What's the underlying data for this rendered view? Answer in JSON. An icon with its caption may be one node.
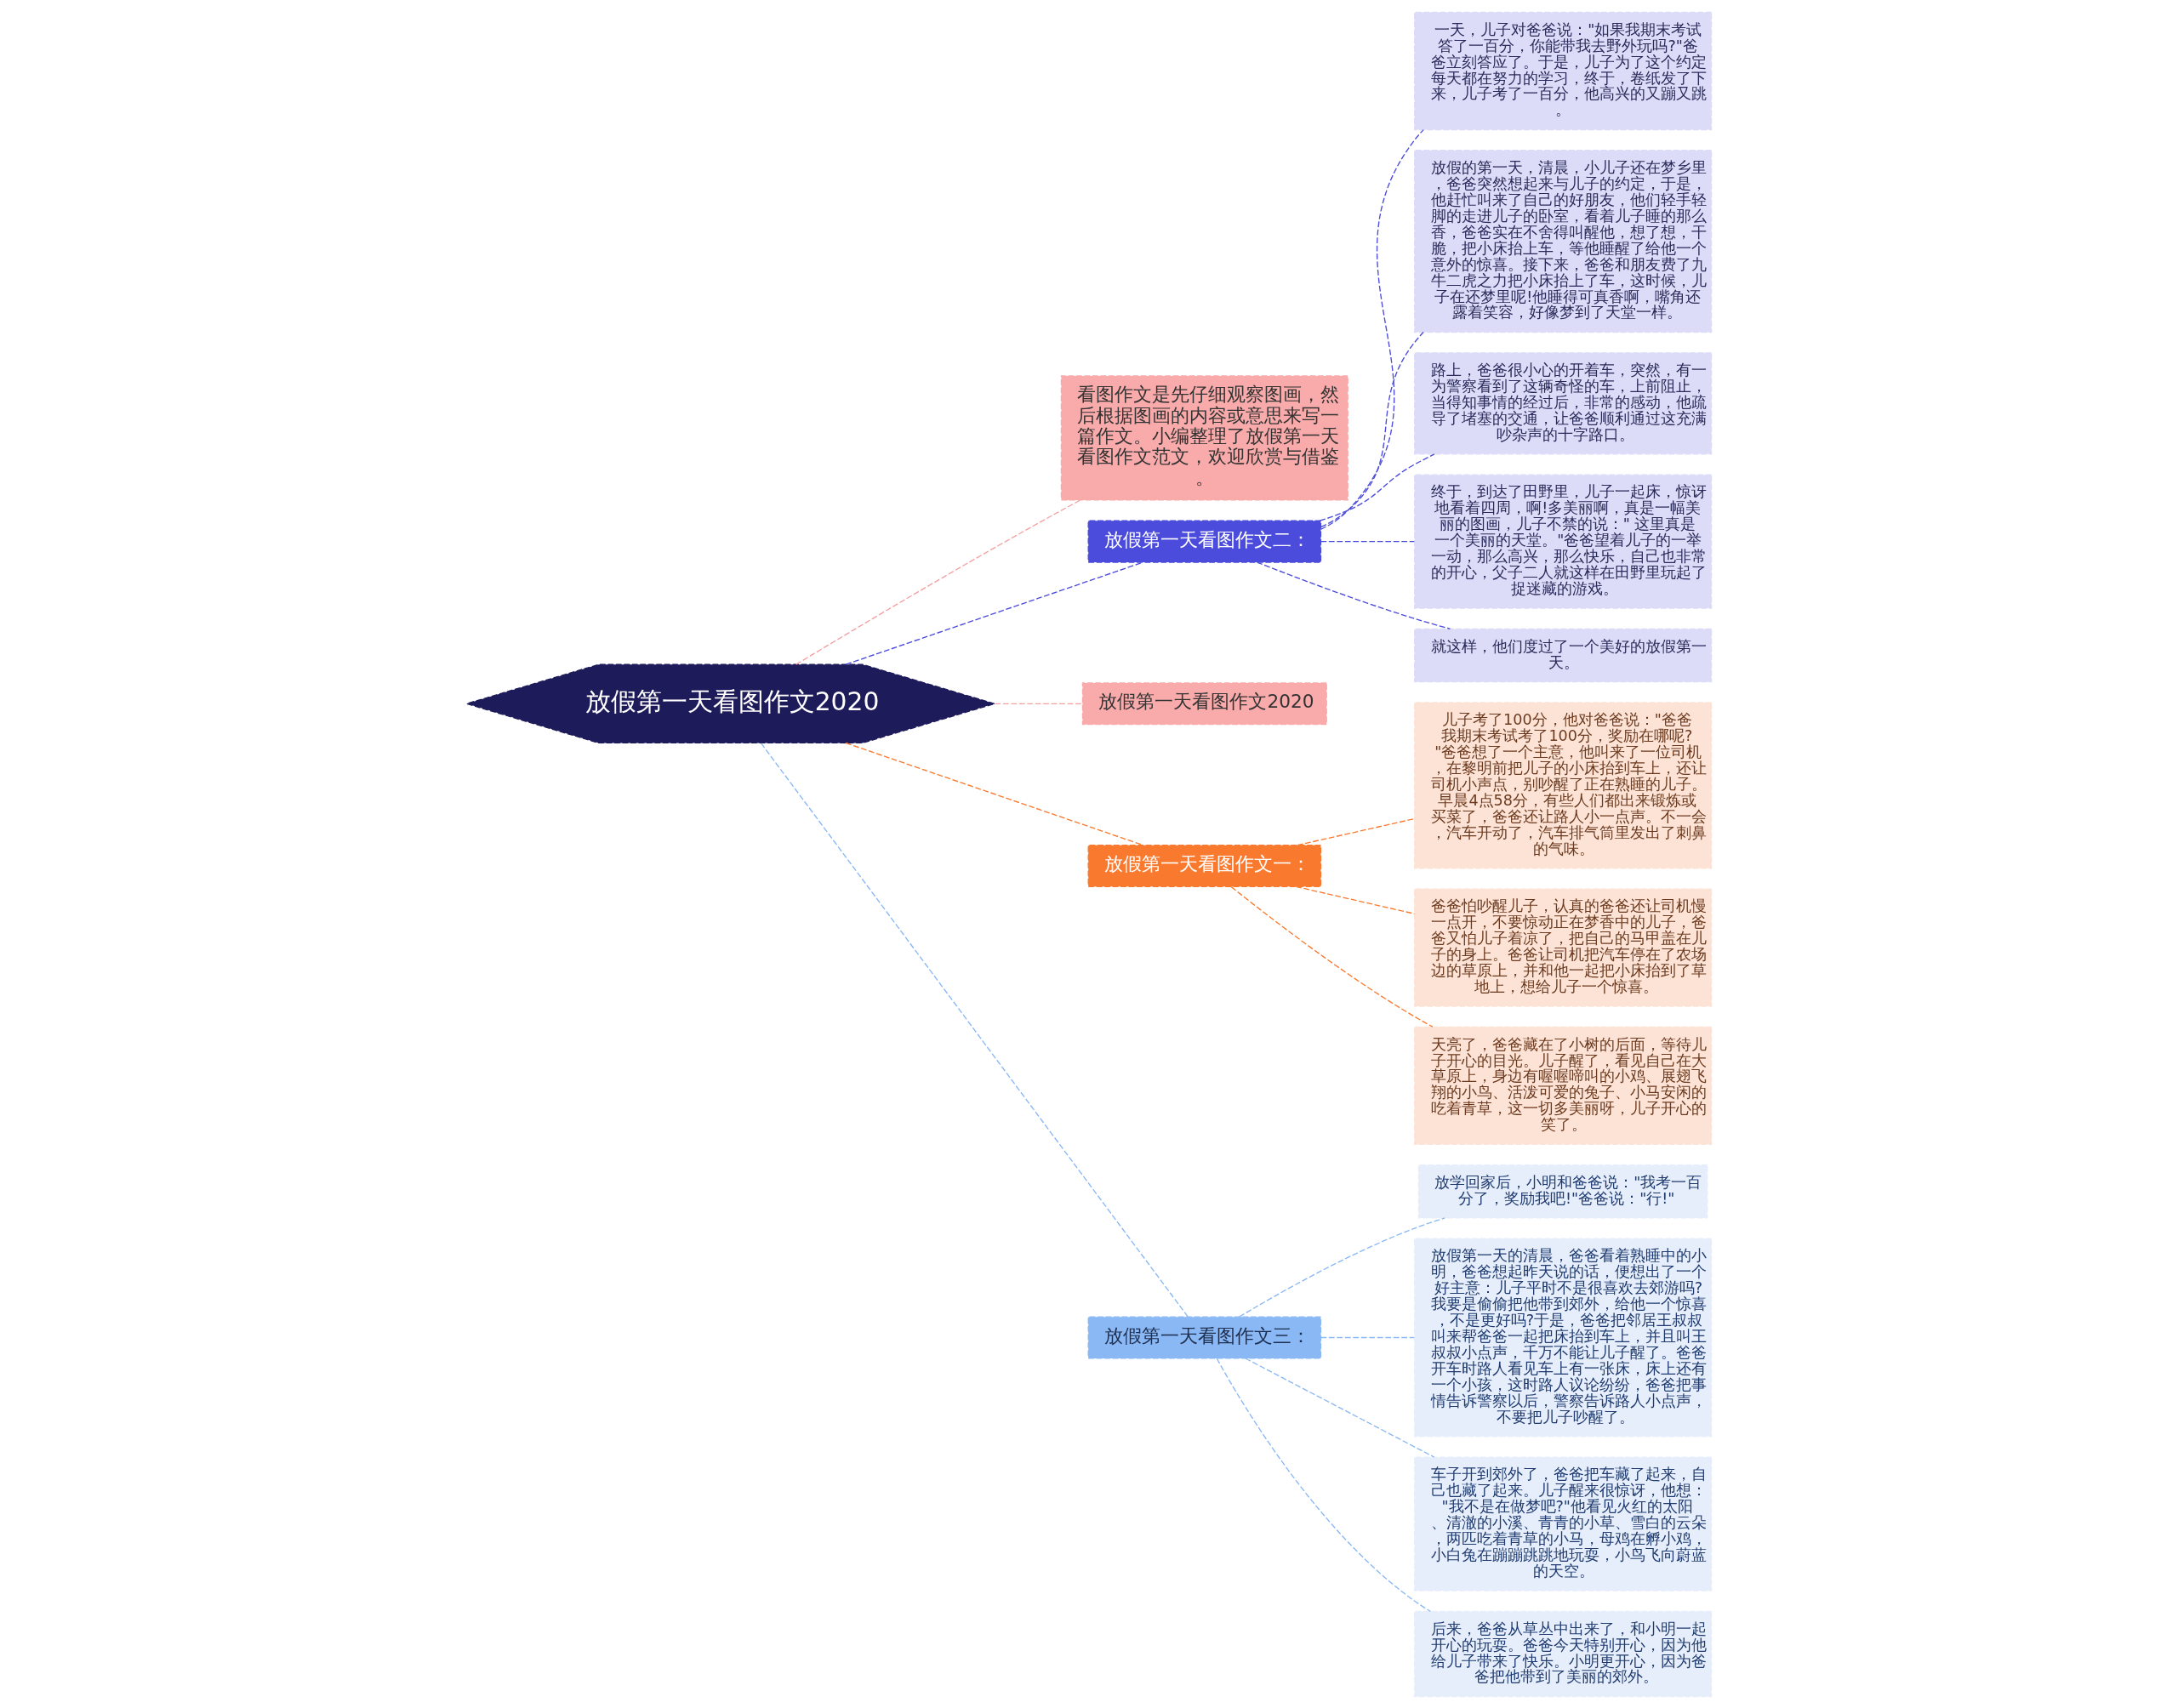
{
  "diagram": {
    "nodes": [
      {
        "text": [
          "放假第一天看图作文2020"
        ]
      },
      {
        "text": [
          "看图作文是先仔细观察图画，然后根据图画的内容或意思来写一篇作文。小编整理了放假第一天看图作文范文，欢迎欣赏与借鉴。"
        ]
      },
      {
        "text": [
          "放假第一天看图作文二："
        ]
      },
      {
        "text": [
          "一天，儿子对爸爸说：\"如果我期末考试答了一百分，你能带我去野外玩吗?\"爸爸立刻答应了。于是，儿子为了这个约定每天都在努力的学习，终于，卷纸发了下来，儿子考了一百分，他高兴的又蹦又跳。"
        ]
      },
      {
        "text": [
          "放假的第一天，清晨，小儿子还在梦乡里，爸爸突然想起来与儿子的约定，于是，他赶忙叫来了自己的好朋友，他们轻手轻脚的走进儿子的卧室，看着儿子睡的那么香，爸爸实在不舍得叫醒他，想了想，干脆，把小床抬上车，等他睡醒了给他一个意外的惊喜。接下来，爸爸和朋友费了九牛二虎之力把小床抬上了车，这时候，儿子在还梦里呢!他睡得可真香啊，嘴角还露着笑容，好像梦到了天堂一样。"
        ]
      },
      {
        "text": [
          "路上，爸爸很小心的开着车，突然，有一为警察看到了这辆奇怪的车，上前阻止，当得知事情的经过后，非常的感动，他疏导了堵塞的交通，让爸爸顺利通过这充满吵杂声的十字路口。"
        ]
      },
      {
        "text": [
          "终于，到达了田野里，儿子一起床，惊讶地看着四周，啊!多美丽啊，真是一幅美丽的图画，儿子不禁的说：\" 这里真是一个美丽的天堂。\"爸爸望着儿子的一举一动，那么高兴，那么快乐，自己也非常的开心，父子二人就这样在田野里玩起了捉迷藏的游戏。"
        ]
      },
      {
        "text": [
          "就这样，他们度过了一个美好的放假第一天。"
        ]
      },
      {
        "text": [
          "放假第一天看图作文2020"
        ]
      },
      {
        "text": [
          "放假第一天看图作文一："
        ]
      },
      {
        "text": [
          "儿子考了100分，他对爸爸说：\"爸爸我期末考试考了100分，奖励在哪呢?\"爸爸想了一个主意，他叫来了一位司机，在黎明前把儿子的小床抬到车上，还让司机小声点，别吵醒了正在熟睡的儿子。早晨4点58分，有些人们都出来锻炼或买菜了，爸爸还让路人小一点声。不一会，汽车开动了，汽车排气筒里发出了刺鼻的气味。"
        ]
      },
      {
        "text": [
          "爸爸怕吵醒儿子，认真的爸爸还让司机慢一点开，不要惊动正在梦香中的儿子，爸爸又怕儿子着凉了，把自己的马甲盖在儿子的身上。爸爸让司机把汽车停在了农场边的草原上，并和他一起把小床抬到了草地上，想给儿子一个惊喜。"
        ]
      },
      {
        "text": [
          "天亮了，爸爸藏在了小树的后面，等待儿子开心的目光。儿子醒了，看见自己在大草原上，身边有喔喔啼叫的小鸡、展翅飞翔的小鸟、活泼可爱的兔子、小马安闲的吃着青草，这一切多美丽呀，儿子开心的笑了。"
        ]
      },
      {
        "text": [
          "放假第一天看图作文三："
        ]
      },
      {
        "text": [
          "放学回家后，小明和爸爸说：\"我考一百分了，奖励我吧!\"爸爸说：\"行!\""
        ]
      },
      {
        "text": [
          "放假第一天的清晨，爸爸看着熟睡中的小明，爸爸想起昨天说的话，便想出了一个好主意：儿子平时不是很喜欢去郊游吗?我要是偷偷把他带到郊外，给他一个惊喜，不是更好吗?于是，爸爸把邻居王叔叔叫来帮爸爸一起把床抬到车上，并且叫王叔叔小点声，千万不能让儿子醒了。爸爸开车时路人看见车上有一张床，床上还有一个小孩，这时路人议论纷纷，爸爸把事情告诉警察以后，警察告诉路人小点声，不要把儿子吵醒了。"
        ]
      },
      {
        "text": [
          "车子开到郊外了，爸爸把车藏了起来，自己也藏了起来。儿子醒来很惊讶，他想：\"我不是在做梦吧?\"他看见火红的太阳、清澈的小溪、青青的小草、雪白的云朵，两匹吃着青草的小马，母鸡在孵小鸡，小白兔在蹦蹦跳跳地玩耍，小鸟飞向蔚蓝的天空。"
        ]
      },
      {
        "text": [
          "后来，爸爸从草丛中出来了，和小明一起开心的玩耍。爸爸今天特别开心，因为他给儿子带来了快乐。小明更开心，因为爸爸把他带到了美丽的郊外。"
        ]
      }
    ],
    "edges": [
      {
        "from": 0,
        "to": 1,
        "arrow": "none",
        "style": "dashed",
        "color": "#f4a0a0"
      },
      {
        "from": 0,
        "to": 2,
        "arrow": "none",
        "style": "dashed",
        "color": "#4b4bdc"
      },
      {
        "from": 2,
        "to": 3,
        "arrow": "none",
        "style": "dashed",
        "color": "#4b4bdc"
      },
      {
        "from": 2,
        "to": 4,
        "arrow": "none",
        "style": "dashed",
        "color": "#4b4bdc"
      },
      {
        "from": 2,
        "to": 5,
        "arrow": "none",
        "style": "dashed",
        "color": "#4b4bdc"
      },
      {
        "from": 2,
        "to": 6,
        "arrow": "none",
        "style": "dashed",
        "color": "#4b4bdc"
      },
      {
        "from": 2,
        "to": 7,
        "arrow": "none",
        "style": "dashed",
        "color": "#4b4bdc"
      },
      {
        "from": 0,
        "to": 8,
        "arrow": "none",
        "style": "dashed",
        "color": "#f4a0a0"
      },
      {
        "from": 0,
        "to": 9,
        "arrow": "none",
        "style": "dashed",
        "color": "#f97a2e"
      },
      {
        "from": 9,
        "to": 10,
        "arrow": "none",
        "style": "dashed",
        "color": "#f97a2e"
      },
      {
        "from": 9,
        "to": 11,
        "arrow": "none",
        "style": "dashed",
        "color": "#f97a2e"
      },
      {
        "from": 9,
        "to": 12,
        "arrow": "none",
        "style": "dashed",
        "color": "#f97a2e"
      },
      {
        "from": 0,
        "to": 13,
        "arrow": "none",
        "style": "dashed",
        "color": "#8ab8f5"
      },
      {
        "from": 13,
        "to": 14,
        "arrow": "none",
        "style": "dashed",
        "color": "#8ab8f5"
      },
      {
        "from": 13,
        "to": 15,
        "arrow": "none",
        "style": "dashed",
        "color": "#8ab8f5"
      },
      {
        "from": 13,
        "to": 16,
        "arrow": "none",
        "style": "dashed",
        "color": "#8ab8f5"
      },
      {
        "from": 13,
        "to": 17,
        "arrow": "none",
        "style": "dashed",
        "color": "#8ab8f5"
      }
    ]
  }
}
